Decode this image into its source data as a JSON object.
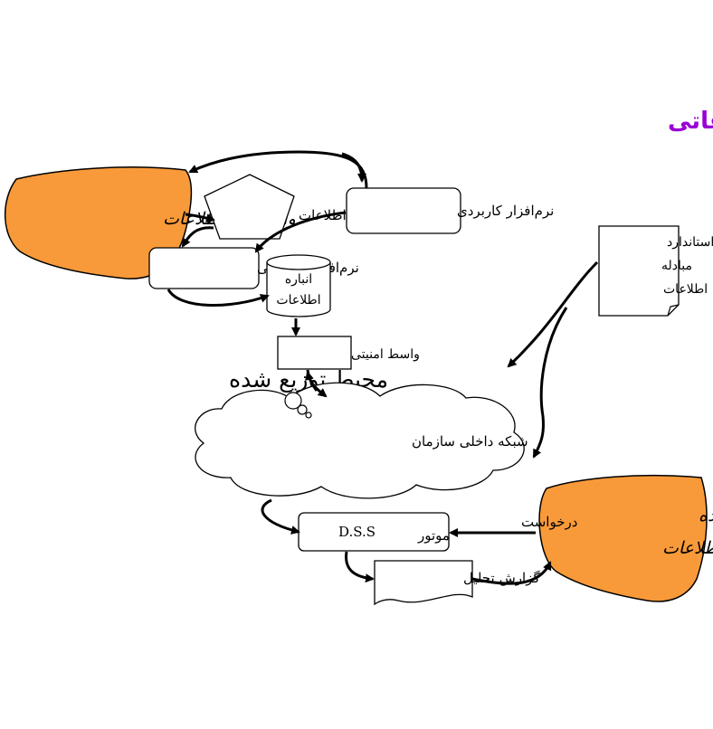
{
  "title": "استراتژی بستره اطلاعاتی",
  "environment_label": "محیط توزیع شده",
  "nodes": {
    "source_unit": "واحد منبع اطلاعات",
    "info_template": "کلیشه اطلاعات",
    "application_software": "نرم‌افزار کاربردی",
    "info_software": "نرم‌افزار اطلاعاتی",
    "data_store_line1": "انباره",
    "data_store_line2": "اطلاعات",
    "security_broker": "واسط امنیتی",
    "internal_network": "شبکه داخلی سازمان",
    "exchange_standard_line1": "استاندارد",
    "exchange_standard_line2": "مبادله",
    "exchange_standard_line3": "اطلاعات",
    "dss_engine_name": "D.S.S",
    "dss_engine_prefix": "موتور",
    "analysis_report": "گزارش تحلیل",
    "request_label": "درخواست",
    "consumer_unit_line1": "واحد استفاده کننده",
    "consumer_unit_line2": "از اطلاعات"
  },
  "colors": {
    "title": "#9a00d6",
    "unit_fill": "#f99a3a",
    "stroke": "#000000",
    "background": "#ffffff"
  }
}
